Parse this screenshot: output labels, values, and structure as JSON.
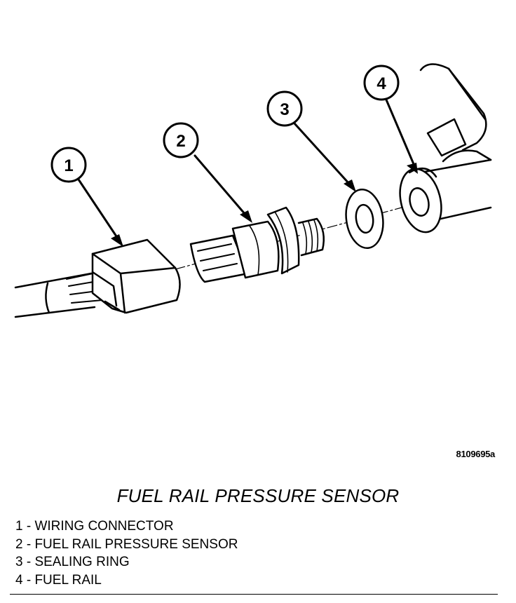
{
  "figure": {
    "reference_id": "8109695a",
    "title": "FUEL RAIL PRESSURE SENSOR"
  },
  "callouts": [
    {
      "number": "1"
    },
    {
      "number": "2"
    },
    {
      "number": "3"
    },
    {
      "number": "4"
    }
  ],
  "legend": [
    {
      "text": "1 - WIRING CONNECTOR"
    },
    {
      "text": "2 - FUEL RAIL PRESSURE SENSOR"
    },
    {
      "text": "3 - SEALING RING"
    },
    {
      "text": "4 - FUEL RAIL"
    }
  ]
}
